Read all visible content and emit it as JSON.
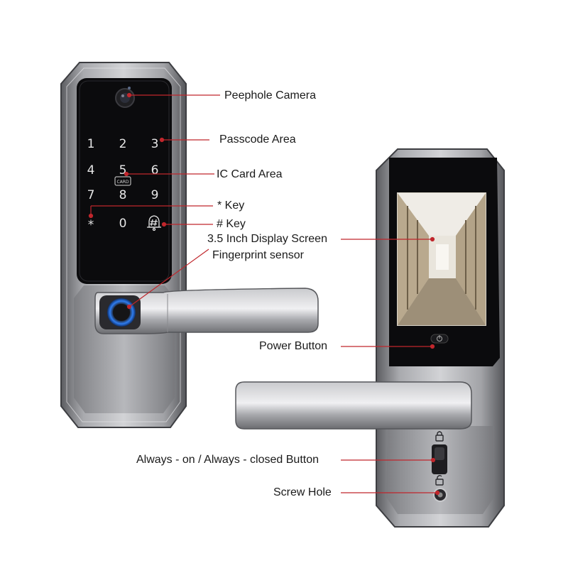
{
  "keypad": {
    "keys": [
      "1",
      "2",
      "3",
      "4",
      "5",
      "6",
      "7",
      "8",
      "9",
      "*",
      "0"
    ],
    "card_badge": "CARD"
  },
  "callouts": {
    "peephole_camera": "Peephole Camera",
    "passcode_area": "Passcode Area",
    "ic_card_area": "IC Card Area",
    "star_key": "* Key",
    "hash_key": "# Key",
    "display_screen": "3.5 Inch Display Screen",
    "fingerprint_sensor": "Fingerprint sensor",
    "power_button": "Power Button",
    "always_button": "Always - on / Always - closed Button",
    "screw_hole": "Screw Hole"
  },
  "colors": {
    "leader_line": "#c0262c",
    "body_steel": "#8e8f93",
    "panel_black": "#0b0b0d",
    "fingerprint_ring": "#2f7df0"
  },
  "icons": {
    "bell_key": "bell-icon",
    "power": "power-icon",
    "lock_closed": "lock-icon",
    "lock_open": "unlock-icon"
  }
}
